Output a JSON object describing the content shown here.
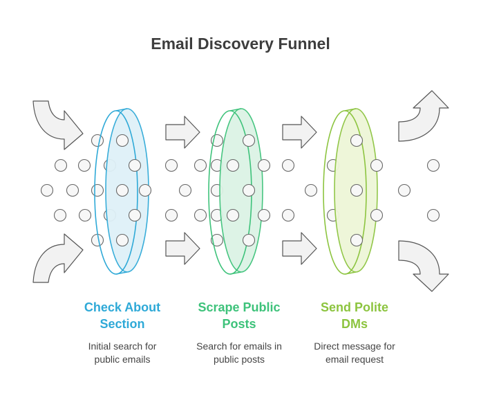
{
  "title": "Email Discovery Funnel",
  "colors": {
    "stage1": "#2ea9d7",
    "stage1_fill": "#dff1f8",
    "stage2": "#3dc27a",
    "stage2_fill": "#dcf3e5",
    "stage3": "#8cc43f",
    "stage3_fill": "#eef6d8",
    "arrow_fill": "#f2f2f2",
    "arrow_stroke": "#555555",
    "dot_fill": "#f7f7f7",
    "dot_stroke": "#666666",
    "title": "#3d3d3d"
  },
  "stages": [
    {
      "title_line1": "Check About",
      "title_line2": "Section",
      "desc_line1": "Initial search for",
      "desc_line2": "public emails",
      "color": "#2ea9d7"
    },
    {
      "title_line1": "Scrape Public",
      "title_line2": "Posts",
      "desc_line1": "Search for emails in",
      "desc_line2": "public posts",
      "color": "#3dc27a"
    },
    {
      "title_line1": "Send Polite",
      "title_line2": "DMs",
      "desc_line1": "Direct message for",
      "desc_line2": "email request",
      "color": "#8cc43f"
    }
  ],
  "icons": {
    "input_arrows": "curved-arrow-icon",
    "between_arrows": "right-arrow-icon",
    "output_arrows": "curved-arrow-icon",
    "particles": "dot-icon"
  }
}
